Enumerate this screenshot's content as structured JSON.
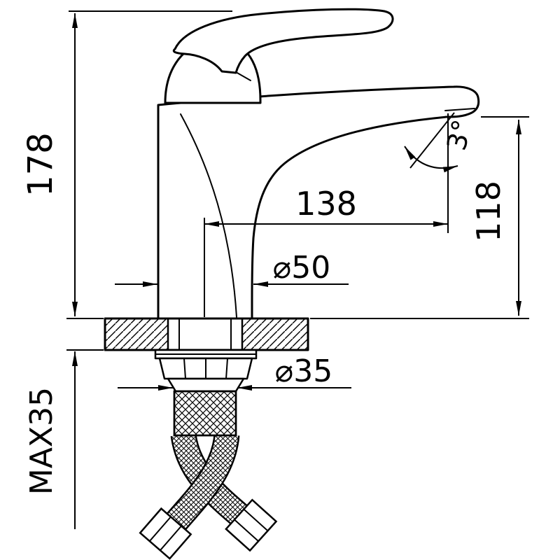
{
  "drawing": {
    "title": "basin-mixer-dimension-drawing",
    "labels": {
      "height": "178",
      "reach": "138",
      "spout_height": "118",
      "angle": "3°",
      "body_diameter": "⌀50",
      "shank_diameter": "⌀35",
      "max_thickness": "MAX35"
    },
    "colors": {
      "ink": "#000000",
      "paper": "#ffffff"
    }
  }
}
